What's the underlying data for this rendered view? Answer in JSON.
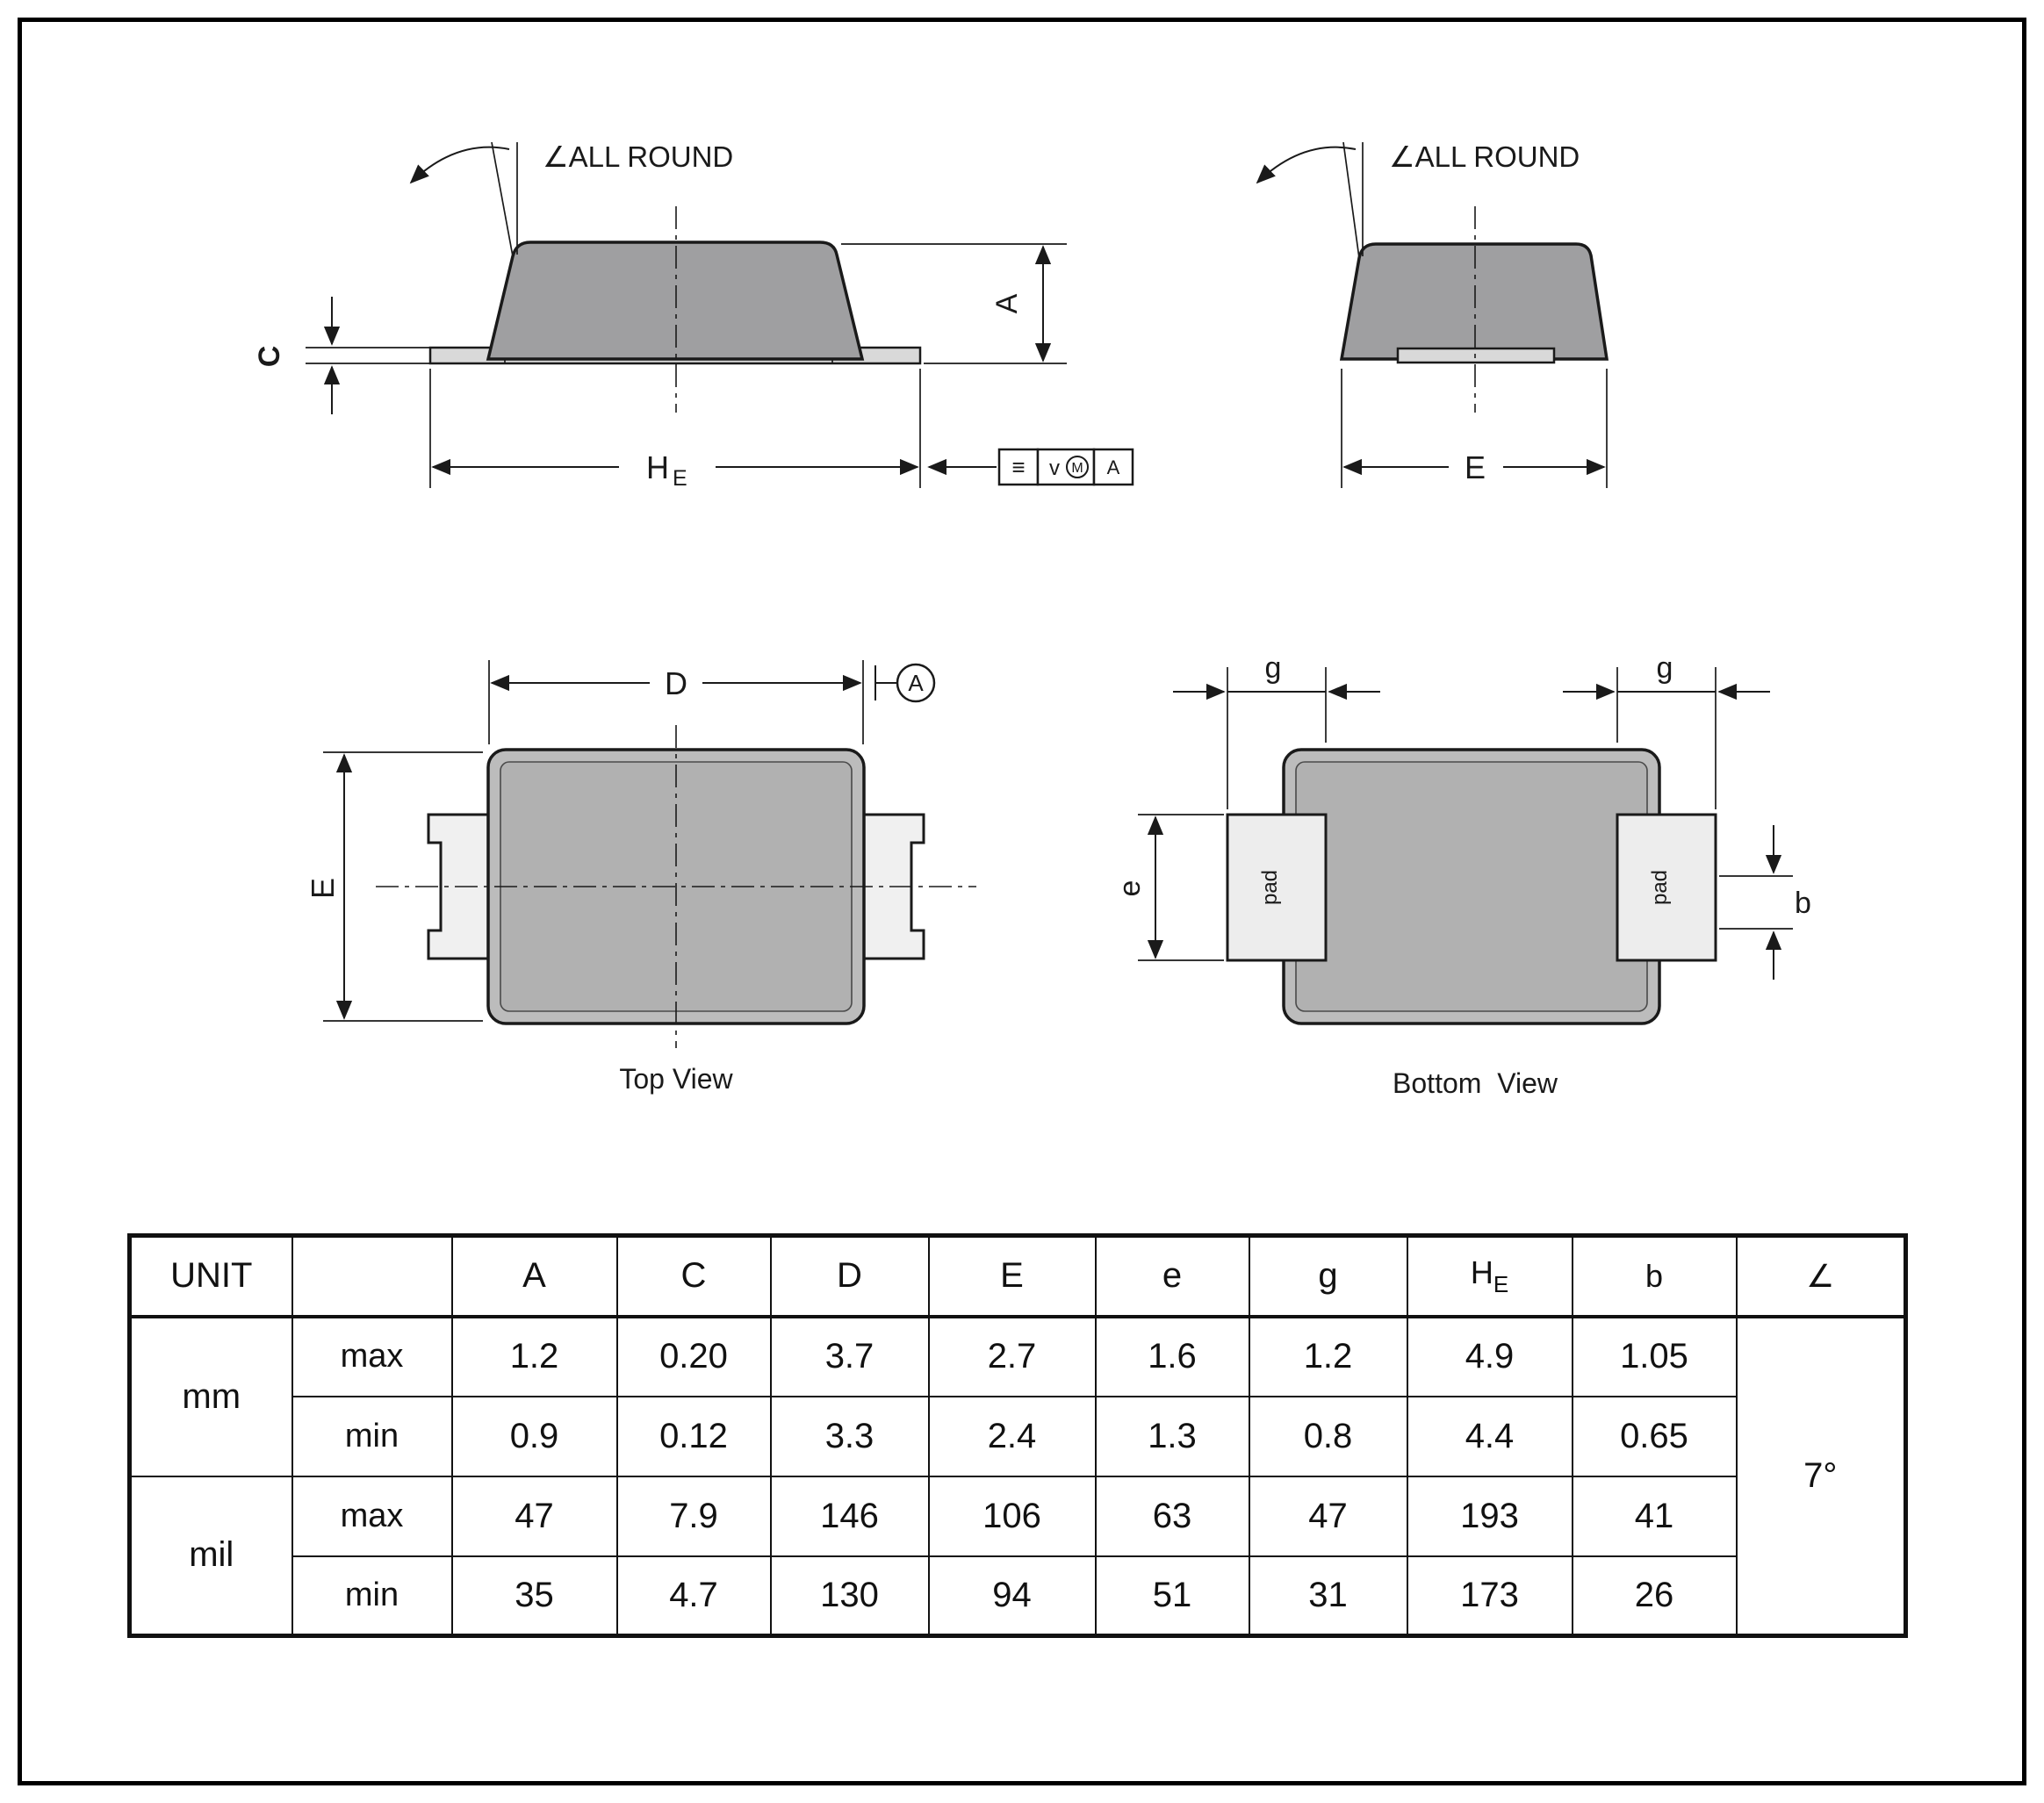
{
  "side_view": {
    "all_round": "∠ALL ROUND",
    "dim_c": "C",
    "dim_a": "A",
    "dim_h": "H",
    "dim_h_sub": "E",
    "fcf_sym": "≡",
    "fcf_tol": "v",
    "fcf_mod": "M",
    "fcf_datum": "A"
  },
  "end_view": {
    "all_round": "∠ALL ROUND",
    "dim_e": "E"
  },
  "top_view": {
    "dim_d": "D",
    "datum": "A",
    "dim_e": "E",
    "caption": "Top View"
  },
  "bottom_view": {
    "dim_g_left": "g",
    "dim_g_right": "g",
    "dim_e": "e",
    "dim_b": "b",
    "pad_left_label": "pad",
    "pad_right_label": "pad",
    "caption": "Bottom  View"
  },
  "colors": {
    "body_gray": "#9f9fa1",
    "plastic_gray": "#bcbcbc",
    "lead_gray": "#d9d9d9",
    "pad_gray": "#ededed",
    "line": "#1a1a1a"
  },
  "table": {
    "unit_header": "UNIT",
    "row_label_header": "",
    "col_headers": [
      "A",
      "C",
      "D",
      "E",
      "e",
      "g"
    ],
    "he_header_main": "H",
    "he_header_sub": "E",
    "b_header": "b",
    "angle_header": "∠",
    "groups": [
      {
        "unit": "mm",
        "rows": [
          {
            "label": "max",
            "values": [
              "1.2",
              "0.20",
              "3.7",
              "2.7",
              "1.6",
              "1.2",
              "4.9",
              "1.05"
            ]
          },
          {
            "label": "min",
            "values": [
              "0.9",
              "0.12",
              "3.3",
              "2.4",
              "1.3",
              "0.8",
              "4.4",
              "0.65"
            ]
          }
        ]
      },
      {
        "unit": "mil",
        "rows": [
          {
            "label": "max",
            "values": [
              "47",
              "7.9",
              "146",
              "106",
              "63",
              "47",
              "193",
              "41"
            ]
          },
          {
            "label": "min",
            "values": [
              "35",
              "4.7",
              "130",
              "94",
              "51",
              "31",
              "173",
              "26"
            ]
          }
        ]
      }
    ],
    "angle_value": "7°"
  }
}
